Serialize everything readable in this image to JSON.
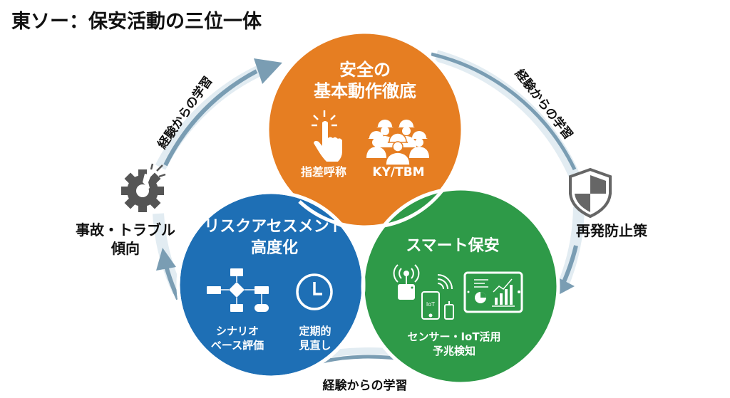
{
  "title": "東ソー：保安活動の三位一体",
  "colors": {
    "orange": "#e67e22",
    "blue": "#1e6fb5",
    "green": "#2e9a48",
    "overlap_teal": "#1f8f9c",
    "arrow": "#7a9db3",
    "arrow_band": "#e2ecf2",
    "icon_gray": "#555555",
    "text_dark": "#111111"
  },
  "circles": {
    "top": {
      "title_line1": "安全の",
      "title_line2": "基本動作徹底",
      "items": [
        {
          "icon": "pointing-hand-icon",
          "label": "指差呼称"
        },
        {
          "icon": "workers-group-icon",
          "label": "KY/TBM"
        }
      ]
    },
    "left": {
      "title_line1": "リスクアセスメント",
      "title_line2": "高度化",
      "items": [
        {
          "icon": "flowchart-icon",
          "label_line1": "シナリオ",
          "label_line2": "ベース評価"
        },
        {
          "icon": "clock-icon",
          "label_line1": "定期的",
          "label_line2": "見直し"
        }
      ]
    },
    "right": {
      "title": "スマート保安",
      "icons": [
        "sensor-antenna-icon",
        "iot-phone-icon",
        "dashboard-tablet-icon"
      ],
      "iot_badge": "IoT",
      "label_line1": "センサー・IoT活用",
      "label_line2": "予兆検知"
    }
  },
  "cycle": {
    "arc_label": "経験からの学習",
    "left_node": {
      "icon": "broken-gear-icon",
      "label_line1": "事故・トラブル",
      "label_line2": "傾向"
    },
    "right_node": {
      "icon": "shield-icon",
      "label": "再発防止策"
    }
  }
}
